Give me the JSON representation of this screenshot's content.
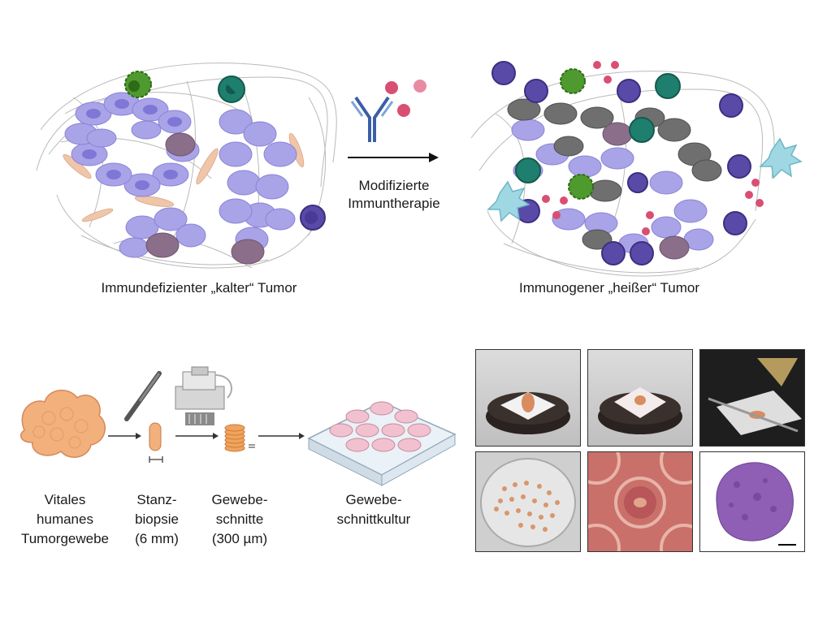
{
  "top": {
    "left_caption": "Immundefizienter „kalter“ Tumor",
    "right_caption": "Immunogener „heißer“ Tumor",
    "arrow_label_line1": "Modifizierte",
    "arrow_label_line2": "Immuntherapie"
  },
  "workflow": {
    "steps": [
      {
        "line1": "Vitales",
        "line2": "humanes",
        "line3": "Tumorgewebe"
      },
      {
        "line1": "Stanz-",
        "line2": "biopsie",
        "line3": "(6 mm)"
      },
      {
        "line1": "Gewebe-",
        "line2": "schnitte",
        "line3": "(300 µm)"
      },
      {
        "line1": "Gewebe-",
        "line2": "schnittkultur"
      }
    ]
  },
  "colors": {
    "tumor_cell": "#a9a3e8",
    "tumor_nucleus": "#7f76d6",
    "dark_cell": "#8b6f8a",
    "green_cell": "#4f9a2e",
    "teal_cell": "#1f7f6e",
    "purple_cell": "#5a4aa8",
    "pink_ligand": "#d94f72",
    "antibody": "#3a5fa8",
    "grey_cell": "#6f6f6f",
    "dendritic": "#9fd7e3",
    "fibroblast": "#f0c6a8",
    "fiber": "#9e9e9e"
  }
}
